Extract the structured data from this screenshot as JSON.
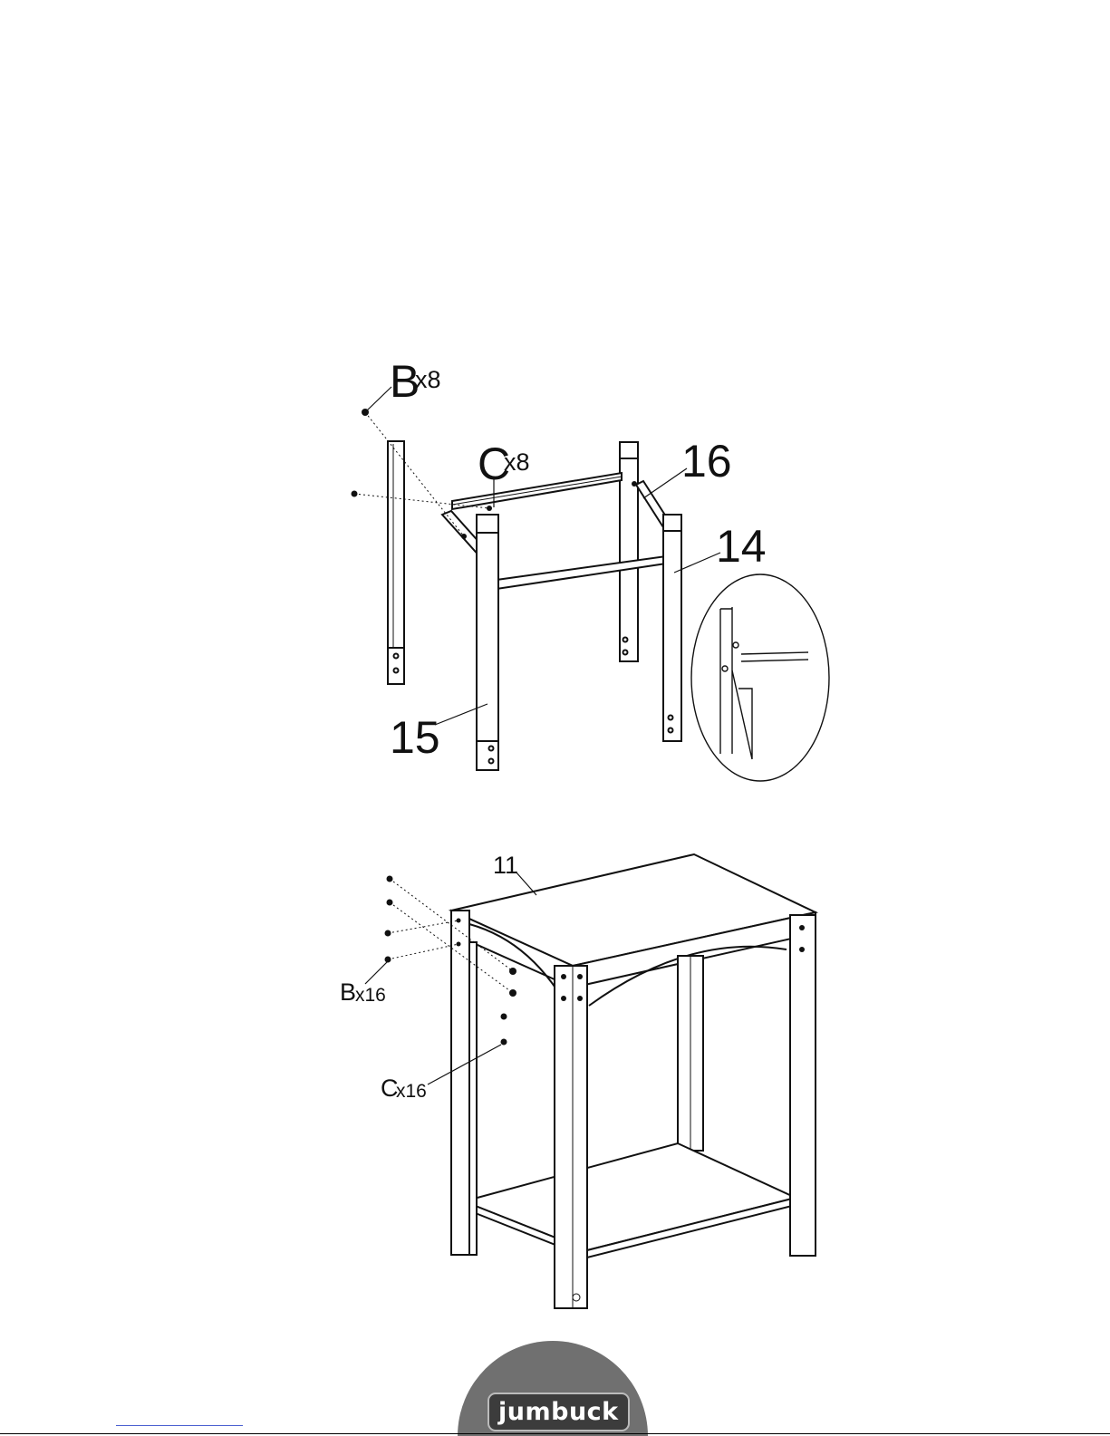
{
  "step1": {
    "hardware_b": {
      "letter": "B",
      "qty": "x8"
    },
    "hardware_c": {
      "letter": "C",
      "qty": "x8"
    },
    "part_14": "14",
    "part_15": "15",
    "part_16": "16"
  },
  "step2": {
    "part_11": "11",
    "hardware_b": {
      "letter": "B",
      "qty": "x16"
    },
    "hardware_c": {
      "letter": "C",
      "qty": "x16"
    }
  },
  "brand": {
    "name": "jumbuck"
  }
}
